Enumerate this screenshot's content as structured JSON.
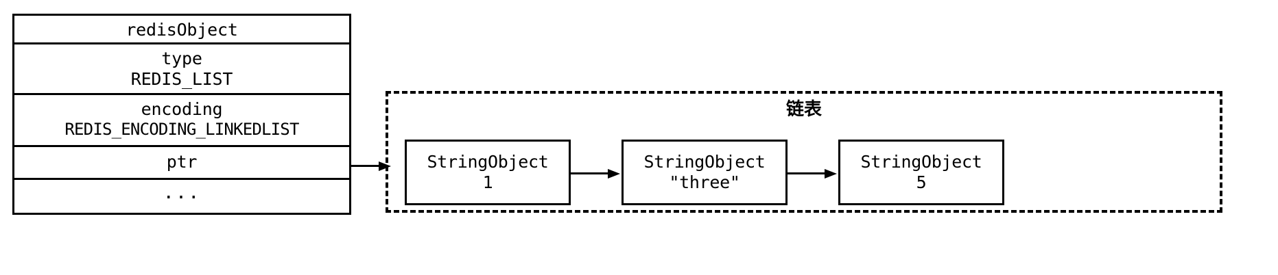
{
  "diagram": {
    "struct": {
      "title": "redisObject",
      "fields": [
        {
          "name": "type",
          "value": "REDIS_LIST"
        },
        {
          "name": "encoding",
          "value": "REDIS_ENCODING_LINKEDLIST"
        },
        {
          "name": "ptr",
          "value": ""
        },
        {
          "name": "...",
          "value": ""
        }
      ],
      "row_labels": {
        "header": "redisObject",
        "type_label": "type",
        "type_value": "REDIS_LIST",
        "encoding_label": "encoding",
        "encoding_value": "REDIS_ENCODING_LINKEDLIST",
        "ptr_label": "ptr",
        "more_label": "..."
      }
    },
    "list": {
      "title": "链表",
      "border_style": "dashed",
      "nodes": [
        {
          "type": "StringObject",
          "value": "1"
        },
        {
          "type": "StringObject",
          "value": "\"three\""
        },
        {
          "type": "StringObject",
          "value": "5"
        }
      ]
    },
    "arrows": {
      "ptr_to_list": "ptr-to-list-arrow",
      "node_links": [
        "node-0-to-node-1",
        "node-1-to-node-2"
      ]
    },
    "colors": {
      "stroke": "#000000",
      "background": "#ffffff"
    }
  }
}
